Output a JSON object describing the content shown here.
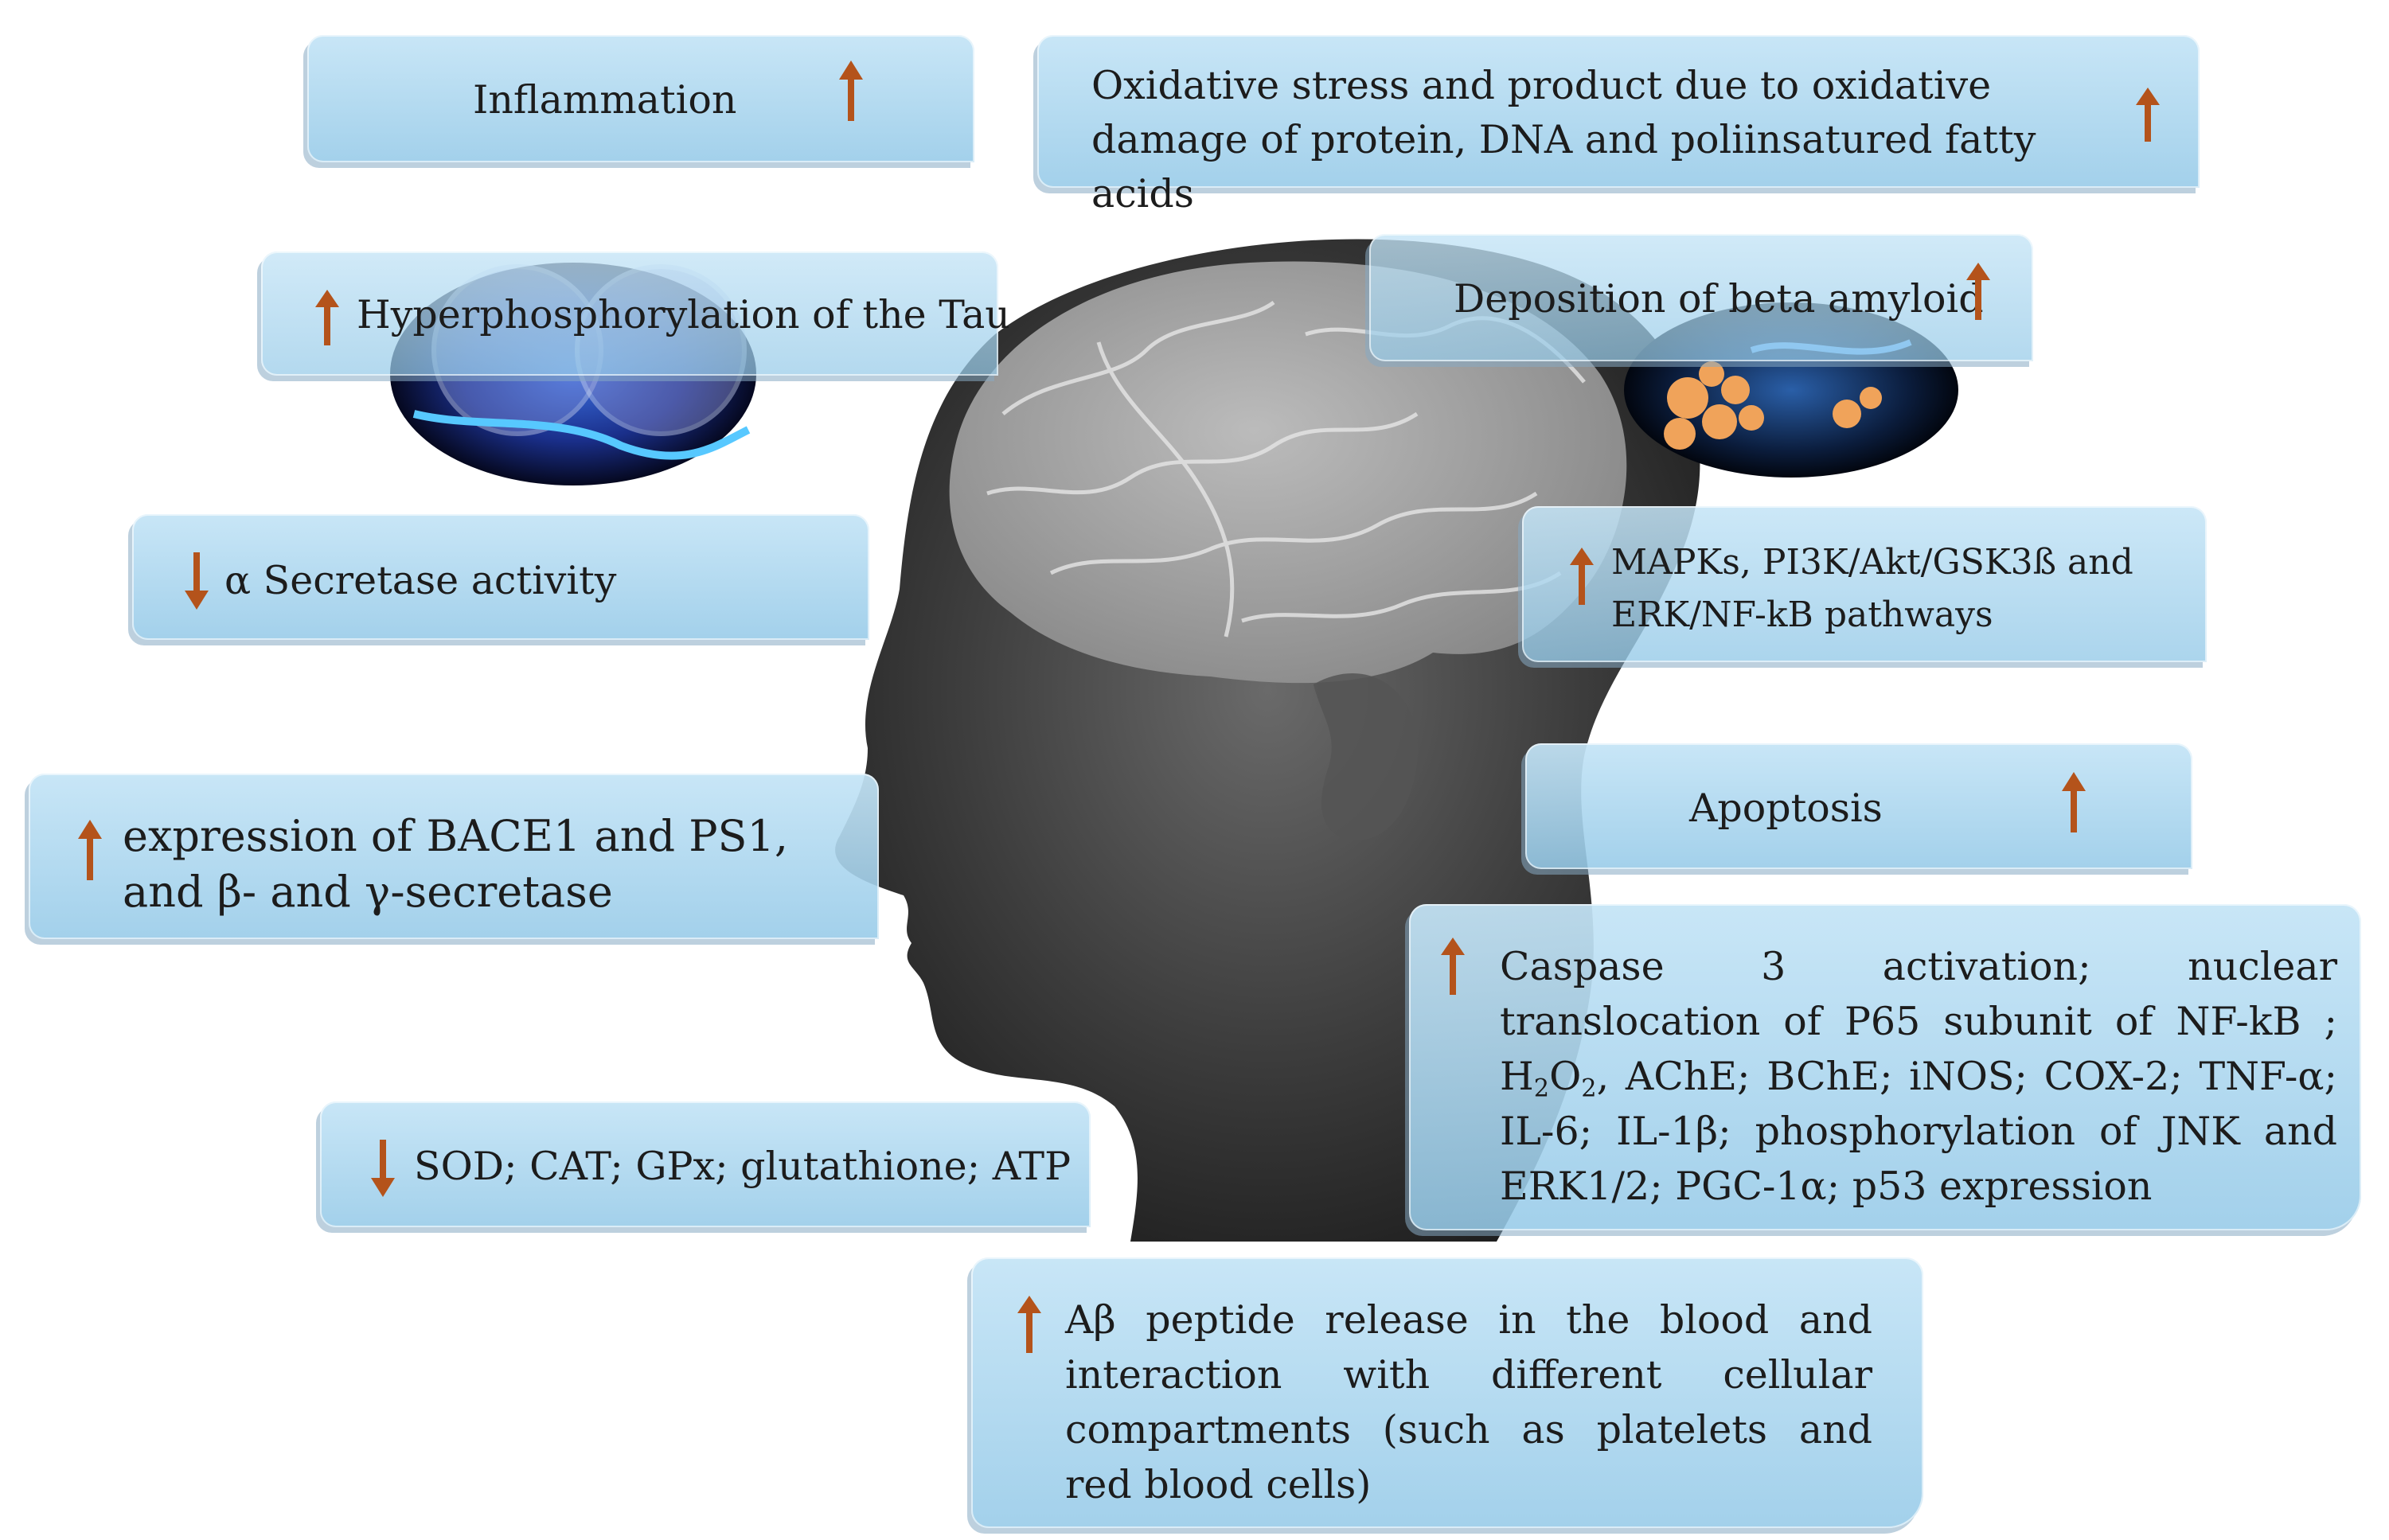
{
  "colors": {
    "box_fill": "#a9d6ef",
    "arrow": "#b4531b",
    "text": "#1c1c1c",
    "head": "#3a3a3a"
  },
  "boxes": {
    "inflammation": {
      "label": "Inflammation",
      "direction": "up"
    },
    "oxidative_stress": {
      "label": "Oxidative stress and product due to oxidative damage of protein, DNA and poliinsatured fatty acids",
      "direction": "up"
    },
    "tau": {
      "label": "Hyperphosphorylation of the Tau",
      "direction": "up"
    },
    "beta_amyloid": {
      "label": "Deposition of beta amyloid",
      "direction": "up"
    },
    "alpha_secretase": {
      "label": "α Secretase activity",
      "direction": "down"
    },
    "mapks": {
      "label": "MAPKs, PI3K/Akt/GSK3ß and ERK/NF-kB pathways",
      "direction": "up"
    },
    "bace1": {
      "label": "expression of BACE1 and PS1, and β- and γ-secretase",
      "direction": "up"
    },
    "apoptosis": {
      "label": "Apoptosis",
      "direction": "up"
    },
    "caspase": {
      "part1": "Caspase 3 activation; nuclear translocation of P65 subunit of NF-kB ; H",
      "sub1": "2",
      "part2": "O",
      "sub2": "2",
      "part3": ", AChE; BChE; iNOS; COX-2; TNF-α; IL-6; IL-1β; phosphorylation of JNK and ERK1/2; PGC-1α; p53 expression",
      "direction": "up"
    },
    "sod": {
      "label": "SOD; CAT; GPx; glutathione; ATP",
      "direction": "down"
    },
    "abeta": {
      "label": "Aβ peptide release in the blood and interaction with different cellular compartments (such as platelets and red blood cells)",
      "direction": "up"
    }
  }
}
